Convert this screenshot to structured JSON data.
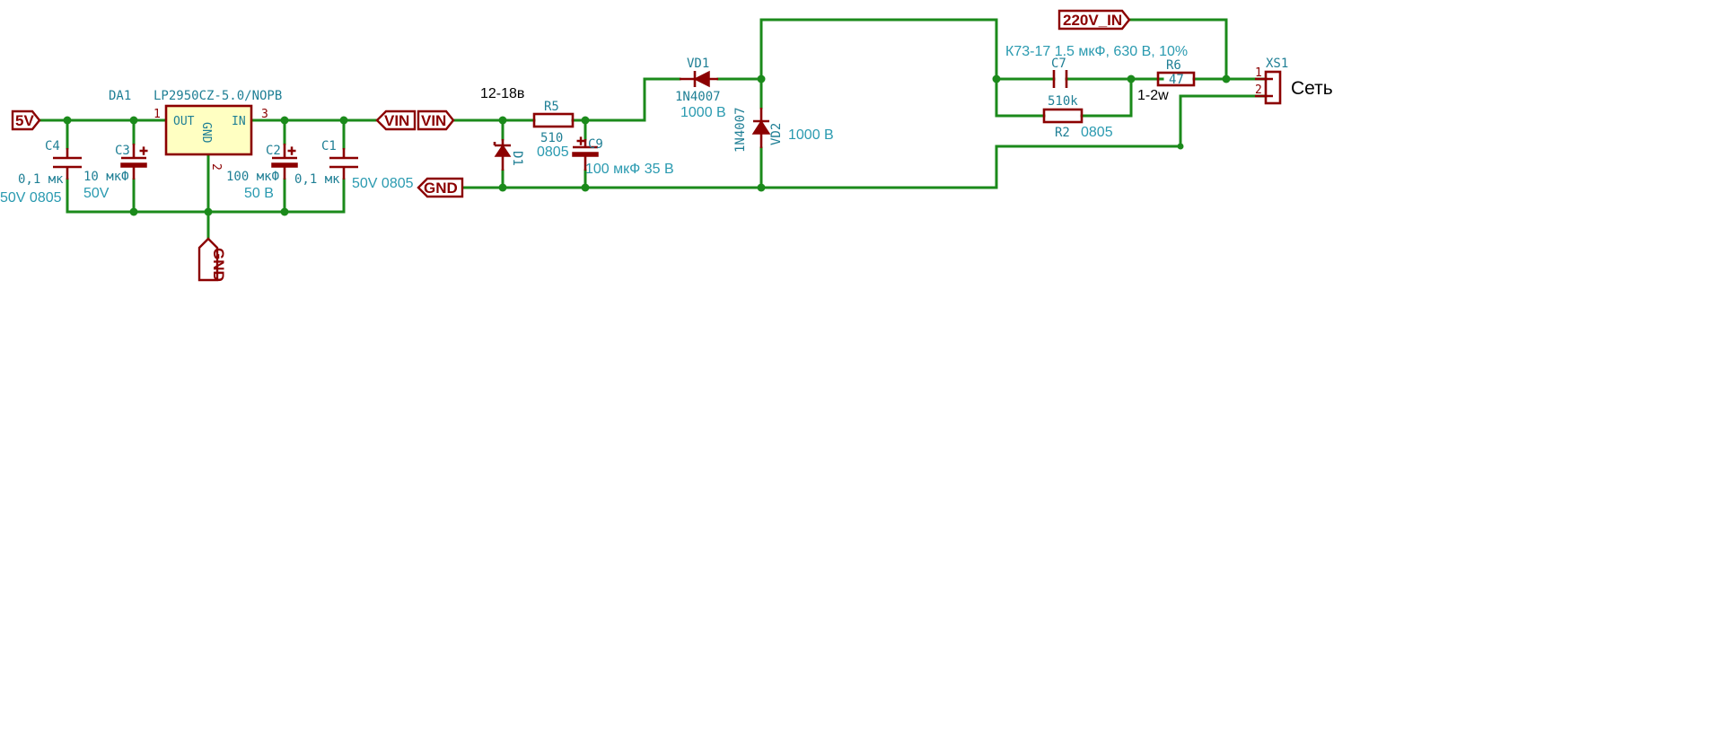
{
  "labels": {
    "v5": "5V",
    "vin_out": "VIN",
    "vin_in": "VIN",
    "gnd_left": "GND",
    "gnd_mid": "GND",
    "v220": "220V_IN"
  },
  "regulator": {
    "ref": "DA1",
    "value": "LP2950CZ-5.0/NOPB",
    "pin_out": "OUT",
    "pin_in": "IN",
    "pin_gnd": "GND",
    "pin1": "1",
    "pin2": "2",
    "pin3": "3"
  },
  "components": {
    "c4": {
      "ref": "C4",
      "value": "0,1 мк",
      "value2": "50V 0805"
    },
    "c3": {
      "ref": "C3",
      "value": "10 мкФ",
      "value2": "50V"
    },
    "c2": {
      "ref": "C2",
      "value": "100 мкФ",
      "value2": "50 В"
    },
    "c1": {
      "ref": "C1",
      "value": "0,1 мк",
      "value2": "50V 0805"
    },
    "d1": {
      "ref": "D1",
      "note": "12-18в"
    },
    "r5": {
      "ref": "R5",
      "value": "510",
      "value2": "0805"
    },
    "c9": {
      "ref": "C9",
      "value": "100 мкФ 35 В"
    },
    "vd1": {
      "ref": "VD1",
      "value": "1N4007",
      "value2": "1000 В"
    },
    "vd2": {
      "ref": "VD2",
      "value": "1N4007",
      "value2": "1000 В"
    },
    "c7": {
      "ref": "C7",
      "value": "К73-17 1.5 мкФ, 630 В, 10%"
    },
    "r2": {
      "ref": "R2",
      "value": "510k",
      "value2": "0805"
    },
    "r6": {
      "ref": "R6",
      "value": "47",
      "note": "1-2w"
    },
    "xs1": {
      "ref": "XS1",
      "pin1": "1",
      "pin2": "2",
      "note": "Сеть"
    }
  }
}
